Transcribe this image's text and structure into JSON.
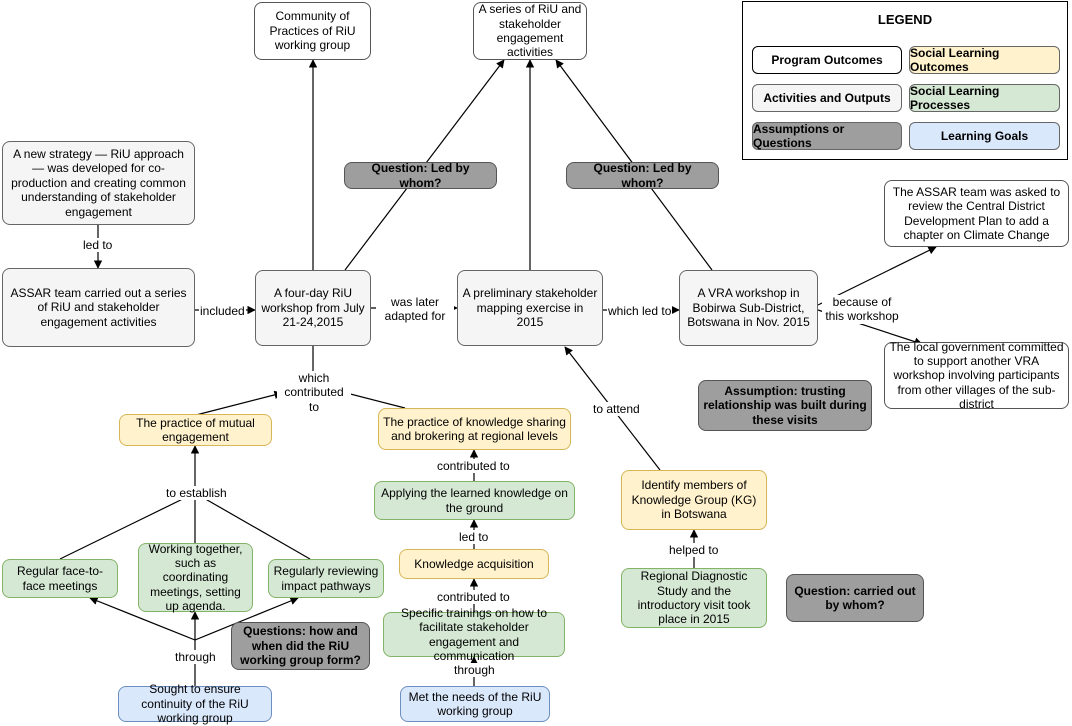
{
  "legend": {
    "title": "LEGEND",
    "program_outcomes": "Program Outcomes",
    "social_learning_outcomes": "Social Learning Outcomes",
    "activities_outputs": "Activities and Outputs",
    "social_learning_processes": "Social Learning Processes",
    "assumptions_questions": "Assumptions or Questions",
    "learning_goals": "Learning Goals"
  },
  "nodes": {
    "community_practices": "Community of Practices of RiU working group",
    "series_activities": "A series of RiU and stakeholder engagement activities",
    "new_strategy": "A new strategy — RiU approach — was developed for co-production and creating common understanding of stakeholder engagement",
    "assar_series": "ASSAR team carried out a series of RiU and stakeholder engagement activities",
    "four_day_workshop": "A four-day RiU workshop from July 21-24,2015",
    "mapping_exercise": "A preliminary stakeholder mapping exercise in 2015",
    "vra_workshop": "A VRA workshop in Bobirwa Sub-District, Botswana in Nov. 2015",
    "assar_review": "The ASSAR team was asked to review the Central District Development Plan to add a chapter on Climate Change",
    "local_government": "The local government committed to support another VRA workshop involving participants from other villages of the sub-district",
    "question_led_1": "Question: Led by whom?",
    "question_led_2": "Question: Led by whom?",
    "assumption_trust": "Assumption: trusting relationship was built during these visits",
    "practice_mutual": "The practice of mutual engagement",
    "practice_knowledge": "The practice of knowledge sharing and brokering at regional levels",
    "applying_knowledge": "Applying the learned knowledge on the ground",
    "knowledge_acquisition": "Knowledge acquisition",
    "specific_trainings": "Specific trainings on how to facilitate stakeholder engagement and communication",
    "met_needs": "Met the needs of the RiU working group",
    "identify_kg": "Identify members of Knowledge Group (KG) in Botswana",
    "regional_study": "Regional Diagnostic Study and the introductory visit took place in 2015",
    "question_carried": "Question: carried out by whom?",
    "regular_meetings": "Regular face-to-face meetings",
    "working_together": "Working together, such as coordinating meetings, setting up agenda.",
    "regularly_reviewing": "Regularly reviewing impact pathways",
    "questions_how_when": "Questions: how and when did the RiU working group form?",
    "sought_continuity": "Sought to ensure continuity of the RiU working group"
  },
  "edge_labels": {
    "led_to_1": "led to",
    "included": "included",
    "was_later_adapted_for": "was later adapted for",
    "which_led_to": "which led to",
    "because_of_this_workshop": "because of this workshop",
    "which_contributed_to": "which contributed to",
    "to_attend": "to attend",
    "contributed_to_1": "contributed to",
    "led_to_2": "led to",
    "contributed_to_2": "contributed to",
    "through_1": "through",
    "helped_to": "helped to",
    "to_establish": "to establish",
    "through_2": "through"
  }
}
